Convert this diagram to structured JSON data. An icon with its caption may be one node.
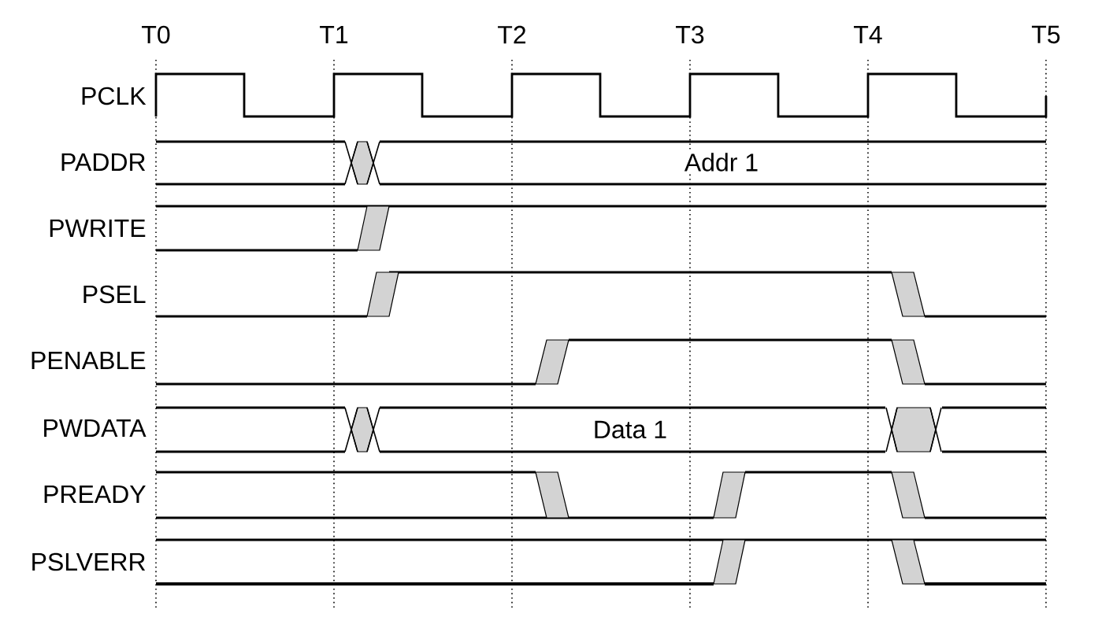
{
  "diagram": {
    "labels": [
      "T0",
      "T1",
      "T2",
      "T3",
      "T4",
      "T5",
      "PCLK",
      "PADDR",
      "Addr 1",
      "PWRITE",
      "PSEL",
      "PENABLE",
      "PWDATA",
      "Data 1",
      "PREADY",
      "PSLVERR"
    ]
  }
}
